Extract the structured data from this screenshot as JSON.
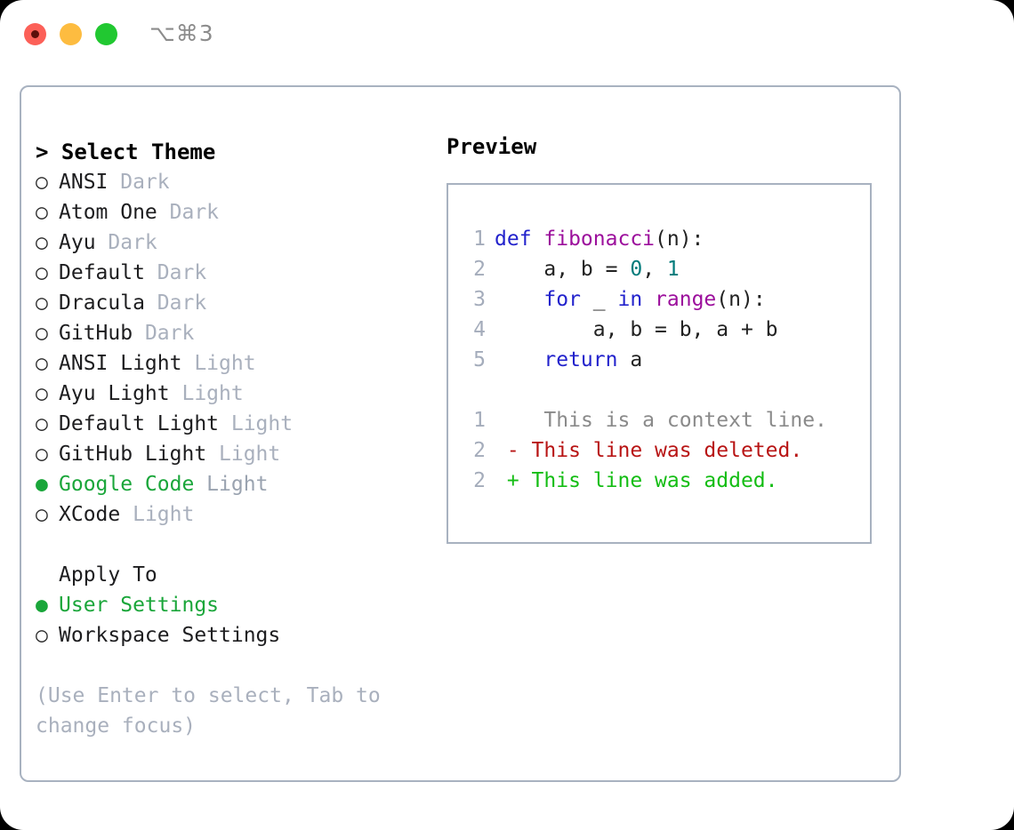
{
  "titlebar": {
    "shortcut": "⌥⌘3",
    "lights": [
      "close-red",
      "minimize-yellow",
      "maximize-green"
    ]
  },
  "theme_panel": {
    "heading": "> Select Theme",
    "bullet_off": "○",
    "bullet_on": "●",
    "items": [
      {
        "name": "ANSI",
        "tag": "Dark",
        "selected": false
      },
      {
        "name": "Atom One",
        "tag": "Dark",
        "selected": false
      },
      {
        "name": "Ayu",
        "tag": "Dark",
        "selected": false
      },
      {
        "name": "Default",
        "tag": "Dark",
        "selected": false
      },
      {
        "name": "Dracula",
        "tag": "Dark",
        "selected": false
      },
      {
        "name": "GitHub",
        "tag": "Dark",
        "selected": false
      },
      {
        "name": "ANSI Light",
        "tag": "Light",
        "selected": false
      },
      {
        "name": "Ayu Light",
        "tag": "Light",
        "selected": false
      },
      {
        "name": "Default Light",
        "tag": "Light",
        "selected": false
      },
      {
        "name": "GitHub Light",
        "tag": "Light",
        "selected": false
      },
      {
        "name": "Google Code",
        "tag": "Light",
        "selected": true
      },
      {
        "name": "XCode",
        "tag": "Light",
        "selected": false
      }
    ]
  },
  "apply_to": {
    "heading": "Apply To",
    "items": [
      {
        "name": "User Settings",
        "selected": true
      },
      {
        "name": "Workspace Settings",
        "selected": false
      }
    ]
  },
  "hint": "(Use Enter to select, Tab to change focus)",
  "preview": {
    "title": "Preview",
    "code_lines": [
      {
        "no": "1",
        "tokens": [
          {
            "t": "def ",
            "c": "kw"
          },
          {
            "t": "fibonacci",
            "c": "fn"
          },
          {
            "t": "(n):",
            "c": "pl"
          }
        ]
      },
      {
        "no": "2",
        "tokens": [
          {
            "t": "    a, b = ",
            "c": "pl"
          },
          {
            "t": "0",
            "c": "num"
          },
          {
            "t": ", ",
            "c": "pl"
          },
          {
            "t": "1",
            "c": "num"
          }
        ]
      },
      {
        "no": "3",
        "tokens": [
          {
            "t": "    ",
            "c": "pl"
          },
          {
            "t": "for",
            "c": "kw"
          },
          {
            "t": " _ ",
            "c": "pl"
          },
          {
            "t": "in",
            "c": "kw"
          },
          {
            "t": " ",
            "c": "pl"
          },
          {
            "t": "range",
            "c": "fn"
          },
          {
            "t": "(n):",
            "c": "pl"
          }
        ]
      },
      {
        "no": "4",
        "tokens": [
          {
            "t": "        a, b = b, a + b",
            "c": "pl"
          }
        ]
      },
      {
        "no": "5",
        "tokens": [
          {
            "t": "    ",
            "c": "pl"
          },
          {
            "t": "return",
            "c": "kw"
          },
          {
            "t": " a",
            "c": "pl"
          }
        ]
      }
    ],
    "diff_lines": [
      {
        "no": "1",
        "marker": " ",
        "text": "  This is a context line.",
        "kind": "ctx"
      },
      {
        "no": "2",
        "marker": "-",
        "text": " This line was deleted.",
        "kind": "del"
      },
      {
        "no": "2",
        "marker": "+",
        "text": " This line was added.",
        "kind": "add"
      }
    ]
  },
  "colors": {
    "accent_green": "#1aa63a",
    "muted": "#a9b0bd",
    "border": "#a8b2c0",
    "keyword": "#2222cc",
    "function": "#9c0f9c",
    "number": "#007b7b",
    "diff_delete": "#b81414",
    "diff_add": "#14bd14",
    "context": "#8a8a8a"
  }
}
